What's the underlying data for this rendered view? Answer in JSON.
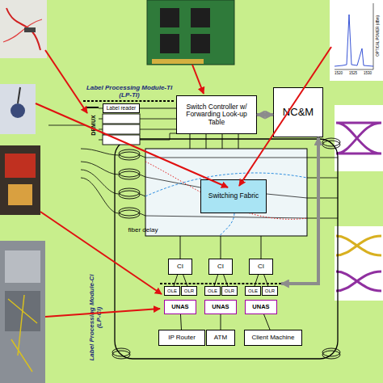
{
  "diagram": {
    "nodes": [
      {
        "text": [
          "Label Processing Module-TI (LP-TI)"
        ]
      },
      {
        "text": [
          "DEMUX"
        ],
        "in": 0
      },
      {
        "text": [
          "Label reader"
        ],
        "in": 0
      },
      {
        "text": [
          "Switch Controller w/ Forwarding Look-up Table"
        ]
      },
      {
        "text": [
          "NC&M"
        ]
      },
      {
        "text": [
          "Switching Fabric"
        ]
      },
      {
        "text": [
          "CI"
        ]
      },
      {
        "text": [
          "CI"
        ]
      },
      {
        "text": [
          "CI"
        ]
      },
      {
        "text": [
          "Label Processing Module-CI (LP-CI)"
        ]
      },
      {
        "text": [
          "OLE"
        ],
        "in": 9
      },
      {
        "text": [
          "OLR"
        ],
        "in": 9
      },
      {
        "text": [
          "OLE"
        ],
        "in": 9
      },
      {
        "text": [
          "OLR"
        ],
        "in": 9
      },
      {
        "text": [
          "OLE"
        ],
        "in": 9
      },
      {
        "text": [
          "OLR"
        ],
        "in": 9
      },
      {
        "text": [
          "UNAS"
        ],
        "in": 9
      },
      {
        "text": [
          "UNAS"
        ],
        "in": 9
      },
      {
        "text": [
          "UNAS"
        ],
        "in": 9
      },
      {
        "text": [
          "IP Router"
        ]
      },
      {
        "text": [
          "ATM"
        ]
      },
      {
        "text": [
          "Client Machine"
        ]
      }
    ],
    "edges": [
      {
        "from": 2,
        "to": 3,
        "arrow": "none"
      },
      {
        "from": 3,
        "to": 4,
        "arrow": "both"
      },
      {
        "from": 4,
        "to": 9,
        "arrow": "both"
      },
      {
        "from": 6,
        "to": 10,
        "arrow": "none"
      },
      {
        "from": 6,
        "to": 11,
        "arrow": "none"
      },
      {
        "from": 7,
        "to": 12,
        "arrow": "none"
      },
      {
        "from": 7,
        "to": 13,
        "arrow": "none"
      },
      {
        "from": 8,
        "to": 14,
        "arrow": "none"
      },
      {
        "from": 8,
        "to": 15,
        "arrow": "none"
      },
      {
        "from": 16,
        "to": 19,
        "arrow": "none"
      },
      {
        "from": 17,
        "to": 20,
        "arrow": "none"
      },
      {
        "from": 18,
        "to": 21,
        "arrow": "none"
      }
    ],
    "labels": [
      "fiber delay",
      "OPTICAL POWER (dBm)",
      "1520",
      "1525",
      "1530"
    ]
  }
}
